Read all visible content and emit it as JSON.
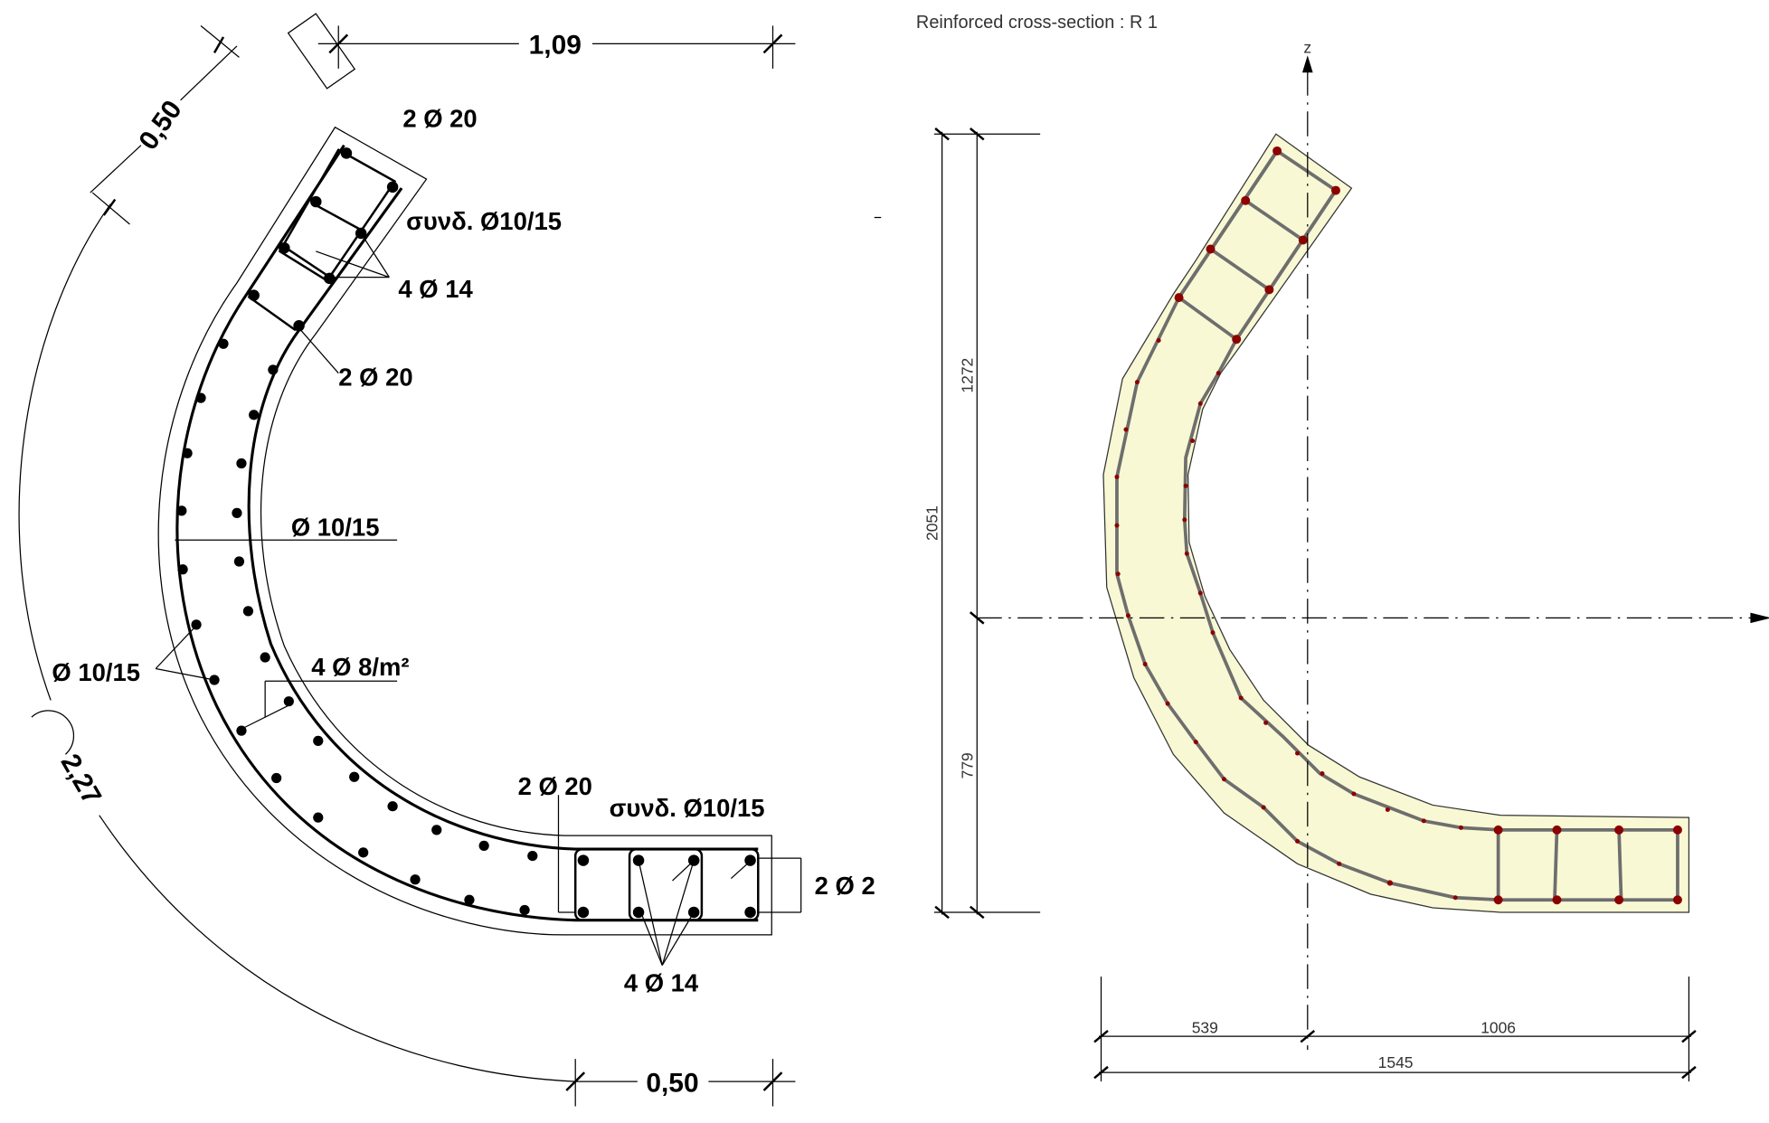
{
  "left_drawing": {
    "dim_top": "1,09",
    "dim_diag": "0,50",
    "dim_arc": "2,27",
    "dim_bottom": "0,50",
    "labels": {
      "top_bars_1": "2 Ø 20",
      "top_stirrups": "συνδ. Ø10/15",
      "top_bars_mid": "4 Ø 14",
      "top_bars_2": "2 Ø 20",
      "web_mid": "Ø 10/15",
      "web_left": "Ø 10/15",
      "ties": "4 Ø 8/m²",
      "bottom_bars_1": "2 Ø 20",
      "bottom_stirrups": "συνδ. Ø10/15",
      "bottom_bars_right": "2 Ø 2",
      "bottom_bars_mid": "4 Ø 14"
    }
  },
  "right_drawing": {
    "title": "Reinforced cross-section : R 1",
    "axis_z": "z",
    "dims": {
      "height_total": "2051",
      "height_upper": "1272",
      "height_lower": "779",
      "width_left": "539",
      "width_right": "1006",
      "width_total": "1545"
    },
    "colors": {
      "concrete_fill": "#f8f8d4",
      "rebar": "#8b0000",
      "stirrup": "#6e6e6e"
    }
  }
}
